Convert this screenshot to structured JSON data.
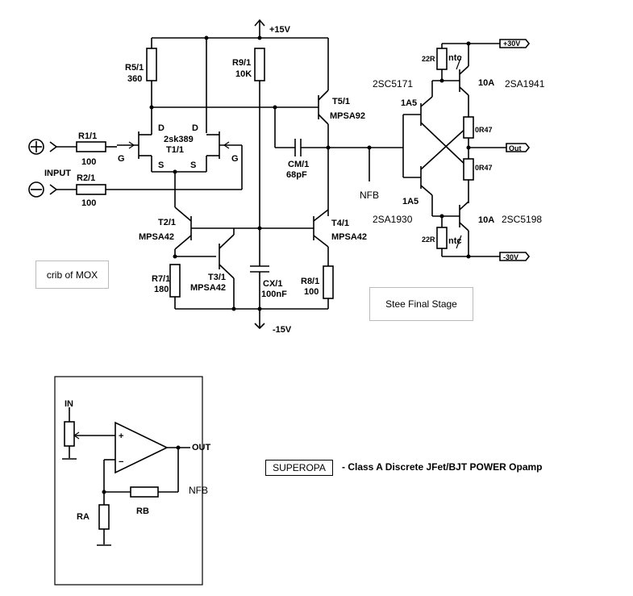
{
  "power": {
    "vpos": "+15V",
    "vneg": "-15V",
    "rail_pos": "+30V",
    "rail_neg": "-30V"
  },
  "inputs": {
    "plus": "⊕",
    "minus": "⊖",
    "label": "INPUT"
  },
  "resistors": {
    "r1": {
      "name": "R1/1",
      "value": "100"
    },
    "r2": {
      "name": "R2/1",
      "value": "100"
    },
    "r5": {
      "name": "R5/1",
      "value": "360"
    },
    "r9": {
      "name": "R9/1",
      "value": "10K"
    },
    "r7": {
      "name": "R7/1",
      "value": "180"
    },
    "r8": {
      "name": "R8/1",
      "value": "100"
    }
  },
  "jfet": {
    "name": "2sk389",
    "ref": "T1/1",
    "d1": "D",
    "d2": "D",
    "s1": "S",
    "s2": "S",
    "g1": "G",
    "g2": "G"
  },
  "transistors": {
    "t5": {
      "name": "T5/1",
      "part": "MPSA92"
    },
    "t2": {
      "name": "T2/1",
      "part": "MPSA42"
    },
    "t3": {
      "name": "T3/1",
      "part": "MPSA42"
    },
    "t4": {
      "name": "T4/1",
      "part": "MPSA42"
    }
  },
  "capacitors": {
    "cm": {
      "name": "CM/1",
      "value": "68pF"
    },
    "cx": {
      "name": "CX/1",
      "value": "100nF"
    }
  },
  "final_stage": {
    "nfb": "NFB",
    "q_top_driver": "2SC5171",
    "q_top_driver_current": "1A5",
    "q_top_out": "2SA1941",
    "q_top_out_current": "10A",
    "q_bot_driver": "2SA1930",
    "q_bot_driver_current": "1A5",
    "q_bot_out": "2SC5198",
    "q_bot_out_current": "10A",
    "r22_top": "22R",
    "r22_bot": "22R",
    "ntc_top": "ntc",
    "ntc_bot": "ntc",
    "re_top": "0R47",
    "re_bot": "0R47",
    "out": "Out"
  },
  "notes": {
    "crib": "crib of MOX",
    "stee": "Stee Final Stage"
  },
  "opamp": {
    "in": "IN",
    "out": "OUT",
    "nfb": "NFB",
    "ra": "RA",
    "rb": "RB",
    "plus": "+",
    "minus": "−"
  },
  "caption": {
    "name": "SUPEROPA",
    "desc": "- Class A Discrete JFet/BJT POWER Opamp"
  }
}
